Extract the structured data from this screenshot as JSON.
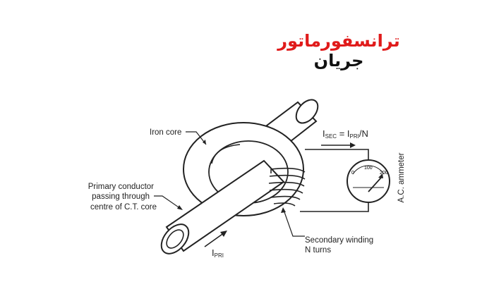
{
  "title": {
    "part_red": "ترانسفورماتور",
    "part_black": "جریان"
  },
  "labels": {
    "iron_core": "Iron core",
    "primary_line1": "Primary conductor",
    "primary_line2": "passing through",
    "primary_line3": "centre of C.T. core",
    "secondary_line1": "Secondary winding",
    "secondary_line2": "N turns",
    "ammeter": "A.C. ammeter",
    "isec_main": "I",
    "isec_sub": "SEC",
    "isec_eq": " = ",
    "ipri_main2": "I",
    "ipri_sub2": "PRI",
    "isec_tail": "/N",
    "ipri_main": "I",
    "ipri_sub": "PRI"
  },
  "meter": {
    "scale": [
      "0",
      "100",
      "200"
    ]
  }
}
